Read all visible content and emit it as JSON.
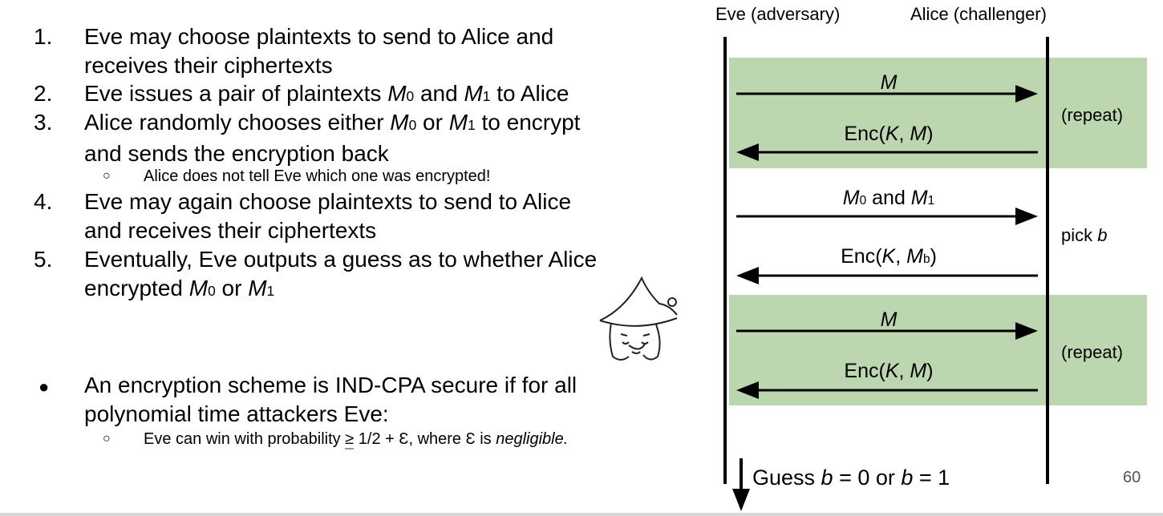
{
  "steps": [
    {
      "num": "1.",
      "line1": "Eve may choose plaintexts to send to Alice and",
      "line2": "receives their ciphertexts"
    },
    {
      "num": "2.",
      "pre": "Eve issues a pair of plaintexts ",
      "m": "M",
      "s0": "0",
      "mid": " and ",
      "s1": "1",
      "post": " to Alice"
    },
    {
      "num": "3.",
      "pre": "Alice randomly chooses either ",
      "m": "M",
      "s0": "0",
      "mid": " or ",
      "s1": "1",
      "post": " to encrypt",
      "line2": "and sends the encryption back"
    },
    {
      "num": "4.",
      "line1": "Eve may again choose plaintexts to send to Alice",
      "line2": "and receives their ciphertexts"
    },
    {
      "num": "5.",
      "line1": "Eventually, Eve outputs a guess as to whether Alice",
      "pre2": "encrypted ",
      "m": "M",
      "s0": "0",
      "mid": " or ",
      "s1": "1"
    }
  ],
  "step3_sub": {
    "marker": "○",
    "text": "Alice does not tell Eve which one was encrypted!"
  },
  "security": {
    "bullet": "●",
    "line1": "An encryption scheme is IND-CPA secure if for all",
    "line2": "polynomial time attackers Eve:",
    "sub_marker": "○",
    "sub_pre": "Eve can win with probability ",
    "sub_ge": "≥",
    "sub_mid": " 1/2 + Ɛ, where Ɛ is ",
    "sub_em": "negligible."
  },
  "diagram": {
    "left_header": "Eve (adversary)",
    "right_header": "Alice (challenger)",
    "repeat1": "(repeat)",
    "repeat2": "(repeat)",
    "pick_pre": "pick ",
    "pick_b": "b",
    "m_label": "M",
    "enc_pre": "Enc(",
    "enc_k": "K",
    "enc_sep": ", ",
    "enc_m": "M",
    "enc_post": ")",
    "pair_m": "M",
    "pair_s0": "0",
    "pair_and": " and ",
    "pair_s1": "1",
    "encb_sub": "b",
    "guess_pre": "Guess ",
    "guess_b": "b",
    "guess_eq0": " = 0 or ",
    "guess_eq1": " = 1",
    "band_color": "#bcd7b0"
  },
  "page_number": "60"
}
